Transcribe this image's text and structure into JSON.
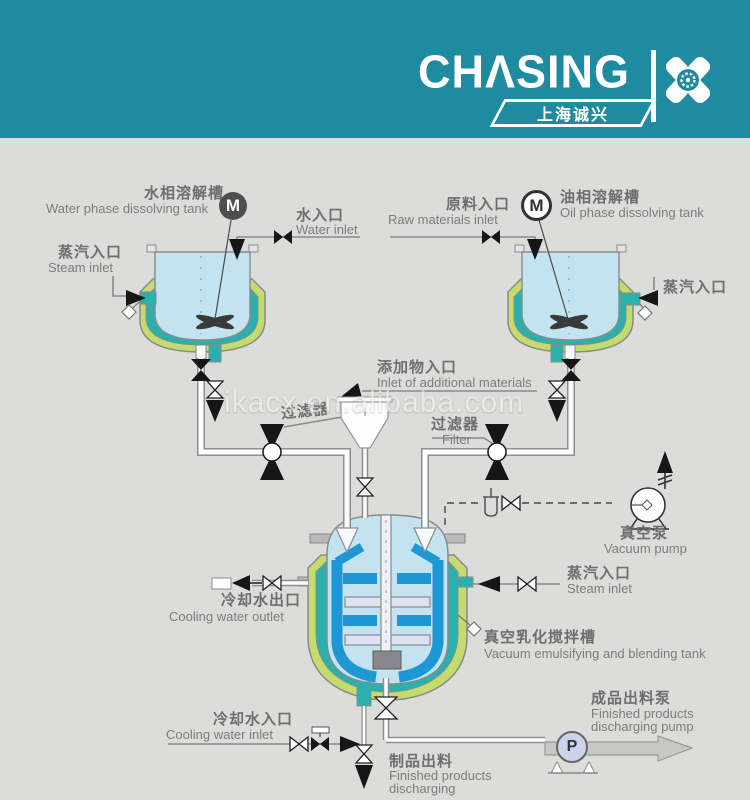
{
  "header": {
    "logo_text": "CHΛSING",
    "logo_sub": "上海诚兴"
  },
  "watermark": "ikacx.en.alibaba.com",
  "symbols": {
    "motor_left": "M",
    "motor_right": "M",
    "pump": "P"
  },
  "labels": {
    "water_tank_cn": "水相溶解槽",
    "water_tank_en": "Water phase dissolving tank",
    "water_inlet_cn": "水入口",
    "water_inlet_en": "Water inlet",
    "steam_left_cn": "蒸汽入口",
    "steam_left_en": "Steam inlet",
    "raw_cn": "原料入口",
    "raw_en": "Raw materials inlet",
    "oil_tank_cn": "油相溶解槽",
    "oil_tank_en": "Oil phase dissolving tank",
    "steam_right_cn": "蒸汽入口",
    "additional_cn": "添加物入口",
    "additional_en": "Inlet of additional materials",
    "filter_left_cn": "过滤器",
    "filter_right_cn": "过滤器",
    "filter_right_en": "Filter",
    "vacuum_pump_cn": "真空泵",
    "vacuum_pump_en": "Vacuum pump",
    "steam_center_cn": "蒸汽入口",
    "steam_center_en": "Steam inlet",
    "cooling_out_cn": "冷却水出口",
    "cooling_out_en": "Cooling water outlet",
    "emulsify_cn": "真空乳化搅拌槽",
    "emulsify_en": "Vacuum emulsifying and blending tank",
    "cooling_in_cn": "冷却水入口",
    "cooling_in_en": "Cooling water inlet",
    "discharge_pump_cn": "成品出料泵",
    "discharge_pump_en1": "Finished products",
    "discharge_pump_en2": "discharging pump",
    "discharge_cn": "制品出料",
    "discharge_en1": "Finished products",
    "discharge_en2": "discharging"
  },
  "colors": {
    "background": "#dcdcda",
    "header_teal": "#1f8ba0",
    "jacket_green": "#c3dc6d",
    "jacket_teal": "#29b1ae",
    "tank_blue": "#c3e3f1",
    "agitator_blue": "#1f97d4",
    "paddle_lavender": "#dfe2f2",
    "line_gray": "#8a8a8a",
    "text_gray": "#6e6e6e",
    "pump_fill": "#ccd3ec"
  }
}
